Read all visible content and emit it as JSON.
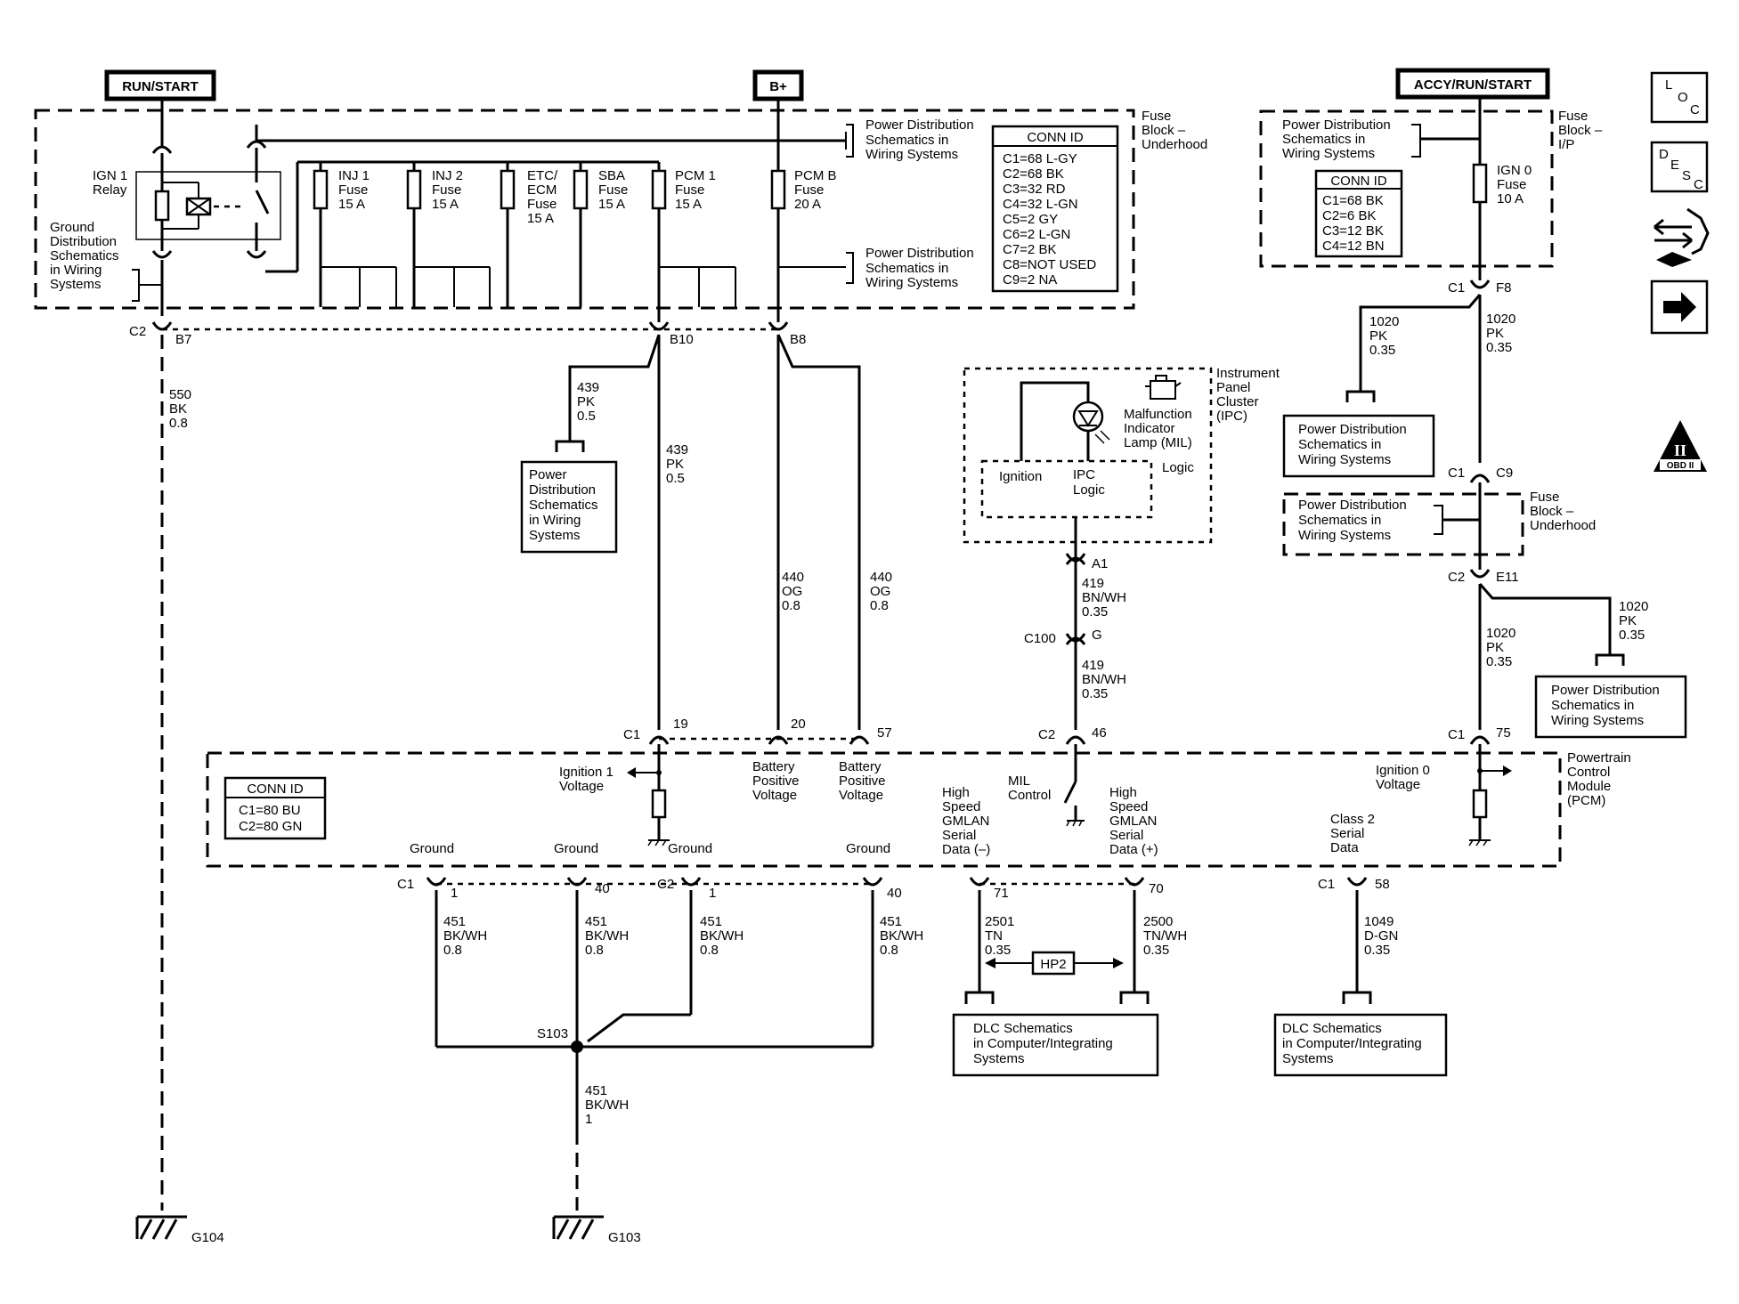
{
  "sources": {
    "run_start": "RUN/START",
    "b_plus": "B+",
    "accy_run_start": "ACCY/RUN/START"
  },
  "fuse_block_underhood": {
    "label": [
      "Fuse",
      "Block –",
      "Underhood"
    ],
    "relay_label": [
      "IGN 1",
      "Relay"
    ],
    "ground_dist": [
      "Ground",
      "Distribution",
      "Schematics",
      "in Wiring",
      "Systems"
    ],
    "power_dist_1": [
      "Power Distribution",
      "Schematics in",
      "Wiring Systems"
    ],
    "power_dist_2": [
      "Power Distribution",
      "Schematics in",
      "Wiring Systems"
    ],
    "fuses": [
      {
        "name": [
          "INJ 1",
          "Fuse",
          "15 A"
        ]
      },
      {
        "name": [
          "INJ 2",
          "Fuse",
          "15 A"
        ]
      },
      {
        "name": [
          "ETC/",
          "ECM",
          "Fuse",
          "15 A"
        ]
      },
      {
        "name": [
          "SBA",
          "Fuse",
          "15 A"
        ]
      },
      {
        "name": [
          "PCM 1",
          "Fuse",
          "15 A"
        ]
      },
      {
        "name": [
          "PCM B",
          "Fuse",
          "20 A"
        ]
      }
    ],
    "conn_id_title": "CONN ID",
    "conn_ids": [
      "C1=68 L-GY",
      "C2=68 BK",
      "C3=32 RD",
      "C4=32 L-GN",
      "C5=2 GY",
      "C6=2 L-GN",
      "C7=2 BK",
      "C8=NOT USED",
      "C9=2 NA"
    ]
  },
  "fuse_block_ip": {
    "label": [
      "Fuse",
      "Block –",
      "I/P"
    ],
    "power_dist": [
      "Power Distribution",
      "Schematics in",
      "Wiring Systems"
    ],
    "fuse": [
      "IGN 0",
      "Fuse",
      "10 A"
    ],
    "conn_id_title": "CONN ID",
    "conn_ids": [
      "C1=68 BK",
      "C2=6 BK",
      "C3=12 BK",
      "C4=12 BN"
    ]
  },
  "connectors": {
    "c2": "C2",
    "b7": "B7",
    "b10": "B10",
    "b8": "B8",
    "c1_f8": "C1",
    "f8": "F8",
    "c1_c9": "C1",
    "c9": "C9",
    "c2_e11": "C2",
    "e11": "E11",
    "a1": "A1",
    "c100": "C100",
    "g": "G",
    "c2_46": "C2",
    "n46": "46",
    "c1_19": "C1",
    "n19": "19",
    "n20": "20",
    "n57": "57",
    "c1_75": "C1",
    "n75": "75",
    "c1_b1": "C1",
    "n1a": "1",
    "n40a": "40",
    "c2_b": "C2",
    "n1b": "1",
    "n40b": "40",
    "n71": "71",
    "n70": "70",
    "c1_58": "C1",
    "n58": "58",
    "s103": "S103",
    "g104": "G104",
    "g103": "G103"
  },
  "wires": {
    "w550": [
      "550",
      "BK",
      "0.8"
    ],
    "w439a": [
      "439",
      "PK",
      "0.5"
    ],
    "w439b": [
      "439",
      "PK",
      "0.5"
    ],
    "w440a": [
      "440",
      "OG",
      "0.8"
    ],
    "w440b": [
      "440",
      "OG",
      "0.8"
    ],
    "w1020a": [
      "1020",
      "PK",
      "0.35"
    ],
    "w1020b": [
      "1020",
      "PK",
      "0.35"
    ],
    "w1020c": [
      "1020",
      "PK",
      "0.35"
    ],
    "w1020d": [
      "1020",
      "PK",
      "0.35"
    ],
    "w419a": [
      "419",
      "BN/WH",
      "0.35"
    ],
    "w419b": [
      "419",
      "BN/WH",
      "0.35"
    ],
    "w451a": [
      "451",
      "BK/WH",
      "0.8"
    ],
    "w451b": [
      "451",
      "BK/WH",
      "0.8"
    ],
    "w451c": [
      "451",
      "BK/WH",
      "0.8"
    ],
    "w451d": [
      "451",
      "BK/WH",
      "0.8"
    ],
    "w451e": [
      "451",
      "BK/WH",
      "1"
    ],
    "w2501": [
      "2501",
      "TN",
      "0.35"
    ],
    "w2500": [
      "2500",
      "TN/WH",
      "0.35"
    ],
    "w1049": [
      "1049",
      "D-GN",
      "0.35"
    ]
  },
  "power_dist_439": [
    "Power",
    "Distribution",
    "Schematics",
    "in Wiring",
    "Systems"
  ],
  "power_dist_1020a": [
    "Power Distribution",
    "Schematics in",
    "Wiring Systems"
  ],
  "power_dist_1020b": [
    "Power Distribution",
    "Schematics in",
    "Wiring Systems"
  ],
  "power_dist_underhood2": [
    "Power Distribution",
    "Schematics in",
    "Wiring Systems"
  ],
  "fuse_block_underhood2": [
    "Fuse",
    "Block –",
    "Underhood"
  ],
  "ipc": {
    "label": [
      "Instrument",
      "Panel",
      "Cluster",
      "(IPC)"
    ],
    "mil": [
      "Malfunction",
      "Indicator",
      "Lamp (MIL)"
    ],
    "logic": "Logic",
    "ignition": "Ignition",
    "ipc_logic": [
      "IPC",
      "Logic"
    ]
  },
  "pcm": {
    "label": [
      "Powertrain",
      "Control",
      "Module",
      "(PCM)"
    ],
    "conn_id_title": "CONN ID",
    "conn_ids": [
      "C1=80 BU",
      "C2=80 GN"
    ],
    "ign1_voltage": [
      "Ignition 1",
      "Voltage"
    ],
    "bat_pos_1": [
      "Battery",
      "Positive",
      "Voltage"
    ],
    "bat_pos_2": [
      "Battery",
      "Positive",
      "Voltage"
    ],
    "mil_control": [
      "MIL",
      "Control"
    ],
    "gmlan_neg": [
      "High",
      "Speed",
      "GMLAN",
      "Serial",
      "Data (–)"
    ],
    "gmlan_pos": [
      "High",
      "Speed",
      "GMLAN",
      "Serial",
      "Data (+)"
    ],
    "class2": [
      "Class 2",
      "Serial",
      "Data"
    ],
    "ign0_voltage": [
      "Ignition 0",
      "Voltage"
    ],
    "grounds": [
      "Ground",
      "Ground",
      "Ground",
      "Ground"
    ]
  },
  "dlc_1": [
    "DLC Schematics",
    "in Computer/Integrating",
    "Systems"
  ],
  "dlc_2": [
    "DLC Schematics",
    "in Computer/Integrating",
    "Systems"
  ],
  "hp2": "HP2",
  "nav_icons": {
    "loc": [
      "L",
      "O",
      "C"
    ],
    "desc": [
      "D",
      "E",
      "S",
      "C"
    ],
    "obd": [
      "II",
      "OBD II"
    ]
  }
}
